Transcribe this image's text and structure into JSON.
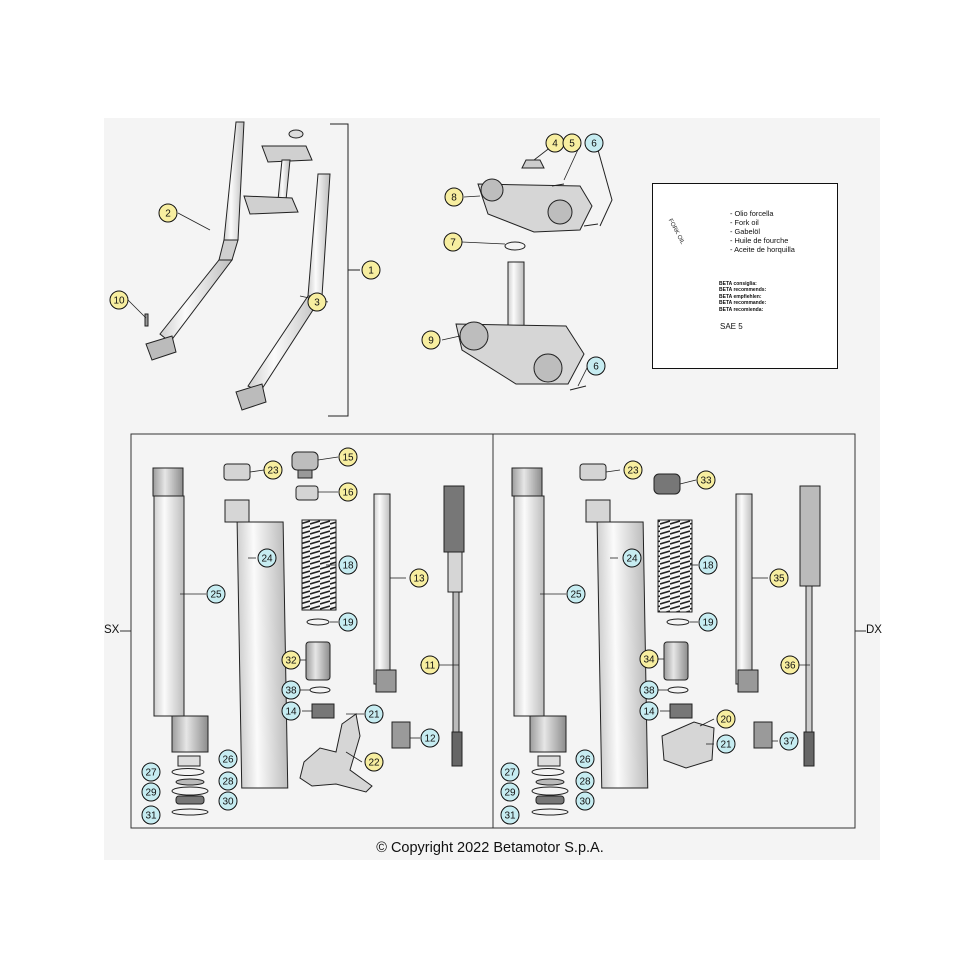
{
  "copyright": "© Copyright 2022 Betamotor S.p.A.",
  "side_labels": {
    "left": "SX",
    "right": "DX"
  },
  "oil_box": {
    "can_label": "FORK OIL",
    "lines": [
      "- Olio forcella",
      "- Fork oil",
      "- Gabelöl",
      "- Huile de fourche",
      "- Aceite de horquilla"
    ],
    "recommend": [
      "BETA consiglia:",
      "BETA recommends:",
      "BETA empfiehlen:",
      "BETA recommande:",
      "BETA recomienda:"
    ],
    "grade": "SAE 5"
  },
  "callouts": {
    "1": "1",
    "2": "2",
    "3": "3",
    "4": "4",
    "5": "5",
    "6": "6",
    "7": "7",
    "8": "8",
    "9": "9",
    "10": "10",
    "11": "11",
    "12": "12",
    "13": "13",
    "14": "14",
    "15": "15",
    "16": "16",
    "18": "18",
    "19": "19",
    "20": "20",
    "21": "21",
    "22": "22",
    "23": "23",
    "24": "24",
    "25": "25",
    "26": "26",
    "27": "27",
    "28": "28",
    "29": "29",
    "30": "30",
    "31": "31",
    "32": "32",
    "33": "33",
    "34": "34",
    "35": "35",
    "36": "36",
    "37": "37",
    "38": "38"
  },
  "colors": {
    "yellow": "#f7eea0",
    "cyan": "#c6ecf1",
    "line": "#222222",
    "part_fill": "#ececec",
    "part_dark": "#9a9a9a"
  }
}
